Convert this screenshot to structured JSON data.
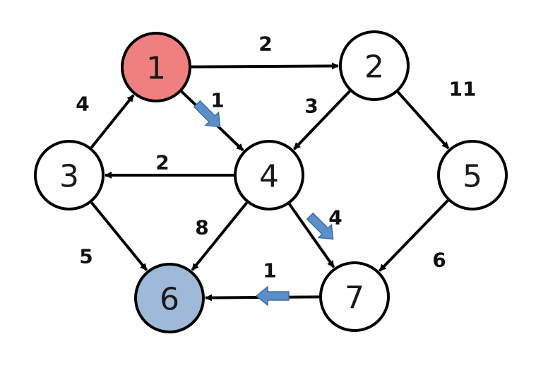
{
  "colors": {
    "edge": "#000000",
    "node_fill": "#ffffff",
    "node_stroke": "#000000",
    "start_fill": "#f08080",
    "end_fill": "#9fbad8",
    "path_arrow": "#5b8fc9",
    "path_arrow_stroke": "#3f6fa3"
  },
  "nodes": [
    {
      "id": "1",
      "label": "1",
      "role": "start"
    },
    {
      "id": "2",
      "label": "2",
      "role": "normal"
    },
    {
      "id": "3",
      "label": "3",
      "role": "normal"
    },
    {
      "id": "4",
      "label": "4",
      "role": "normal"
    },
    {
      "id": "5",
      "label": "5",
      "role": "normal"
    },
    {
      "id": "6",
      "label": "6",
      "role": "end"
    },
    {
      "id": "7",
      "label": "7",
      "role": "normal"
    }
  ],
  "edges": [
    {
      "from": "1",
      "to": "2",
      "weight": "2"
    },
    {
      "from": "1",
      "to": "4",
      "weight": "1",
      "on_path": true
    },
    {
      "from": "3",
      "to": "1",
      "weight": "4"
    },
    {
      "from": "2",
      "to": "4",
      "weight": "3"
    },
    {
      "from": "2",
      "to": "5",
      "weight": "11"
    },
    {
      "from": "4",
      "to": "3",
      "weight": "2"
    },
    {
      "from": "4",
      "to": "6",
      "weight": "8"
    },
    {
      "from": "4",
      "to": "7",
      "weight": "4",
      "on_path": true
    },
    {
      "from": "3",
      "to": "6",
      "weight": "5"
    },
    {
      "from": "5",
      "to": "7",
      "weight": "6"
    },
    {
      "from": "7",
      "to": "6",
      "weight": "1",
      "on_path": true
    }
  ]
}
